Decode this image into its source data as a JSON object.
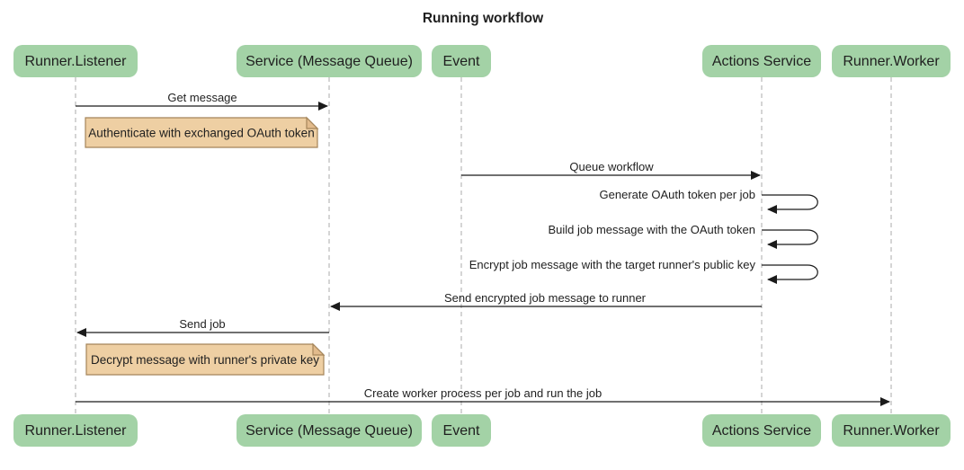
{
  "title": "Running workflow",
  "diagram_type": "sequence",
  "participants": [
    {
      "name": "Runner.Listener"
    },
    {
      "name": "Service (Message Queue)"
    },
    {
      "name": "Event"
    },
    {
      "name": "Actions Service"
    },
    {
      "name": "Runner.Worker"
    }
  ],
  "messages": [
    {
      "label": "Get message",
      "from": "Runner.Listener",
      "to": "Service (Message Queue)",
      "self": false
    },
    {
      "label": "Queue workflow",
      "from": "Event",
      "to": "Actions Service",
      "self": false
    },
    {
      "label": "Generate OAuth token per job",
      "from": "Actions Service",
      "to": "Actions Service",
      "self": true
    },
    {
      "label": "Build job message with the OAuth token",
      "from": "Actions Service",
      "to": "Actions Service",
      "self": true
    },
    {
      "label": "Encrypt job message with the target runner's public key",
      "from": "Actions Service",
      "to": "Actions Service",
      "self": true
    },
    {
      "label": "Send encrypted job message to runner",
      "from": "Actions Service",
      "to": "Service (Message Queue)",
      "self": false
    },
    {
      "label": "Send job",
      "from": "Service (Message Queue)",
      "to": "Runner.Listener",
      "self": false
    },
    {
      "label": "Create worker process per job and run the job",
      "from": "Runner.Listener",
      "to": "Runner.Worker",
      "self": false
    }
  ],
  "notes": [
    {
      "text": "Authenticate with exchanged OAuth token",
      "anchor": "Runner.Listener"
    },
    {
      "text": "Decrypt message with runner's private key",
      "anchor": "Runner.Listener"
    }
  ],
  "colors": {
    "actor_fill": "#a3d2a6",
    "note_fill": "#eecfa3",
    "note_fold_fill": "#e2bb8c",
    "note_border": "#a5855a",
    "line_color": "#1b1b1b",
    "lifeline_color": "#ababab",
    "text_color": "#1f1f1f",
    "background": "#ffffff"
  }
}
